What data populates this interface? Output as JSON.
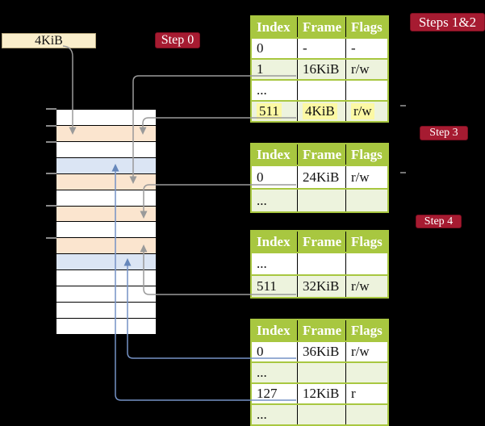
{
  "legend_box": {
    "label": "4KiB"
  },
  "steps": {
    "step0": "Step 0",
    "steps12": "Steps 1&2",
    "step3": "Step 3",
    "step4": "Step 4"
  },
  "memory": {
    "row_kinds": [
      "white",
      "peach",
      "white",
      "blue",
      "peach",
      "white",
      "peach",
      "white",
      "peach",
      "blue",
      "white",
      "white",
      "white",
      "white"
    ]
  },
  "tables": {
    "level1": {
      "headers": [
        "Index",
        "Frame",
        "Flags"
      ],
      "rows": [
        [
          "0",
          "-",
          "-"
        ],
        [
          "1",
          "16KiB",
          "r/w"
        ],
        [
          "...",
          "",
          ""
        ],
        [
          "511",
          "4KiB",
          "r/w"
        ]
      ]
    },
    "level2": {
      "headers": [
        "Index",
        "Frame",
        "Flags"
      ],
      "rows": [
        [
          "0",
          "24KiB",
          "r/w"
        ],
        [
          "...",
          "",
          ""
        ]
      ]
    },
    "level3": {
      "headers": [
        "Index",
        "Frame",
        "Flags"
      ],
      "rows": [
        [
          "...",
          "",
          ""
        ],
        [
          "511",
          "32KiB",
          "r/w"
        ]
      ]
    },
    "level4": {
      "headers": [
        "Index",
        "Frame",
        "Flags"
      ],
      "rows": [
        [
          "0",
          "36KiB",
          "r/w"
        ],
        [
          "...",
          "",
          ""
        ],
        [
          "127",
          "12KiB",
          "r"
        ],
        [
          "...",
          "",
          ""
        ]
      ]
    }
  },
  "colors": {
    "page_table_frame_peach": "#FBE5CF",
    "data_page_frame_blue": "#DBE5F4",
    "table_header_green": "#A8C740",
    "table_row_green": "#EDF3DD",
    "highlight_yellow": "#FCF9A4",
    "step_label_red": "#A61B31",
    "legend_cream": "#FAEECB",
    "connector_gray": "#9A9A9A",
    "connector_blue": "#7592C5"
  }
}
